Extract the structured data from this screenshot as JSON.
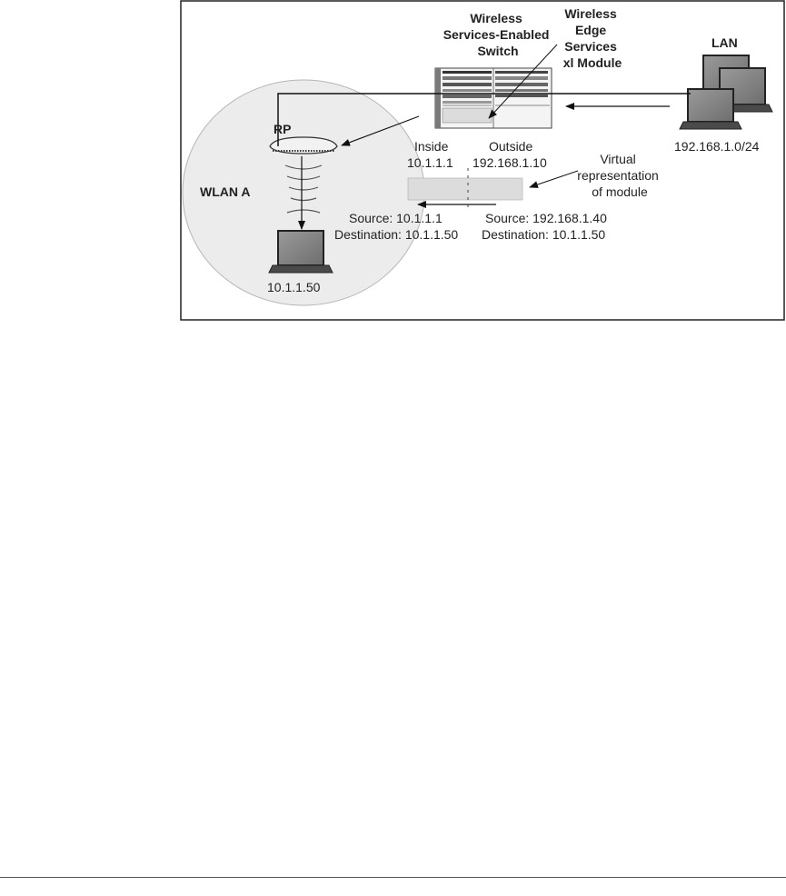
{
  "diagram": {
    "switch_label": [
      "Wireless",
      "Services-Enabled",
      "Switch"
    ],
    "module_label": [
      "Wireless",
      "Edge",
      "Services",
      "xl Module"
    ],
    "lan_label": "LAN",
    "lan_subnet": "192.168.1.0/24",
    "rp_label": "RP",
    "wlan_label": "WLAN A",
    "client_ip": "10.1.1.50",
    "inside_label": "Inside",
    "inside_ip": "10.1.1.1",
    "outside_label": "Outside",
    "outside_ip": "192.168.1.10",
    "virtual_label": [
      "Virtual",
      "representation",
      "of module"
    ],
    "inside_source": "Source: 10.1.1.1",
    "inside_destination": "Destination: 10.1.1.50",
    "outside_source": "Source: 192.168.1.40",
    "outside_destination": "Destination: 10.1.1.50"
  }
}
